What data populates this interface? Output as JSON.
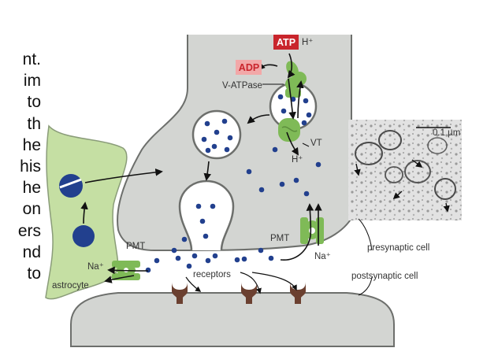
{
  "side_text_fragments": [
    "nt.",
    "im",
    "to",
    "th",
    "he",
    "his",
    "he",
    "on",
    "ers",
    "nd",
    "to"
  ],
  "labels": {
    "atp": "ATP",
    "adp": "ADP",
    "h_plus_top": "H⁺",
    "v_atpase": "V-ATPase",
    "vt": "VT",
    "h_plus_vt": "H⁺",
    "scale_bar": "0.1 µm",
    "pmt_right": "PMT",
    "na_right": "Na⁺",
    "pmt_left": "PMT",
    "na_left": "Na⁺",
    "receptors": "receptors",
    "astrocyte": "astrocyte",
    "presynaptic_cell": "presynaptic cell",
    "postsynaptic_cell": "postsynaptic cell"
  },
  "colors": {
    "cell_fill": "#d3d5d2",
    "cell_outline": "#6d6f6c",
    "astrocyte_fill": "#c5dfa3",
    "transmitter_dot": "#22408e",
    "transporter_green": "#7fba57",
    "receptor_brown": "#6b4030",
    "atp_red": "#c9252c",
    "adp_pink": "#f2a8a8"
  }
}
